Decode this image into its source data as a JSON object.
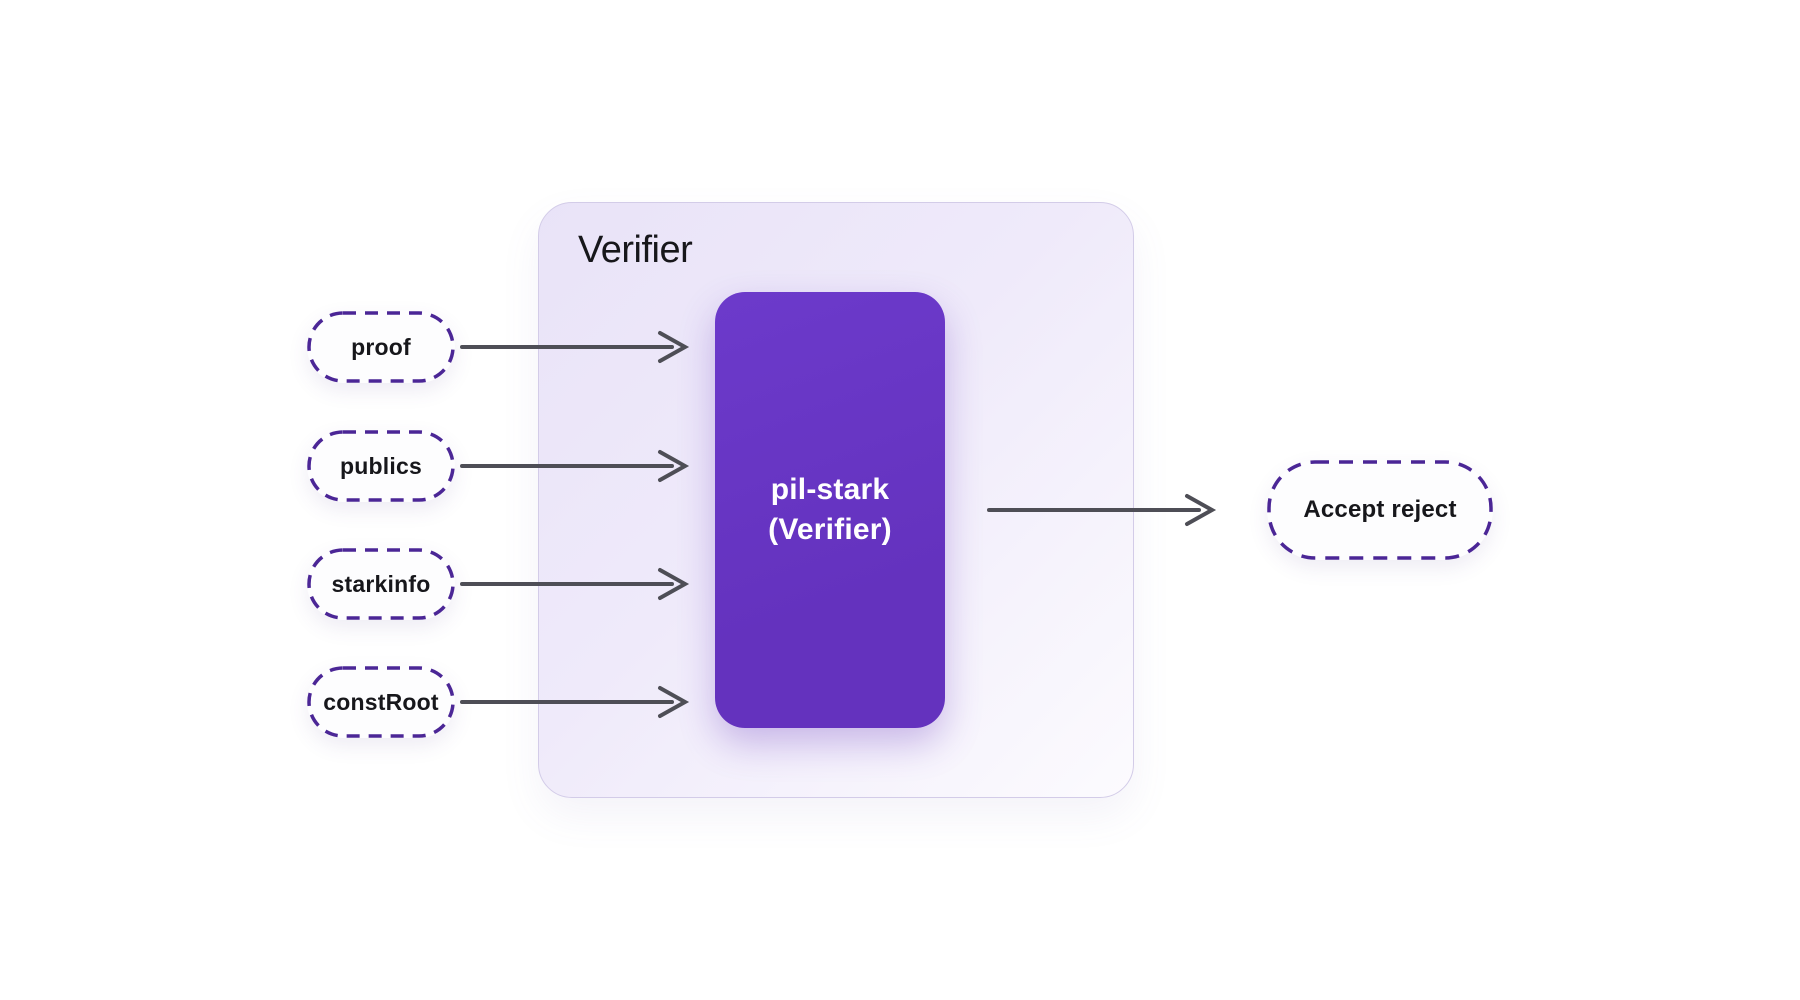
{
  "colors": {
    "page_background": "#ffffff",
    "container_gradient_start": "#e9e3f8",
    "container_gradient_mid": "#efeafa",
    "container_gradient_end": "#fcfbfe",
    "container_border": "#d3cce8",
    "core_block_fill": "#6432be",
    "core_block_fill_light": "#6c3acb",
    "dashed_border": "#4b2696",
    "arrow": "#4e4e56",
    "label_text": "#17171b",
    "core_text": "#ffffff"
  },
  "diagram": {
    "container_label": "Verifier",
    "core_block": {
      "line1": "pil-stark",
      "line2": "(Verifier)"
    },
    "inputs": [
      {
        "label": "proof"
      },
      {
        "label": "publics"
      },
      {
        "label": "starkinfo"
      },
      {
        "label": "constRoot"
      }
    ],
    "output": {
      "label": "Accept reject"
    }
  }
}
